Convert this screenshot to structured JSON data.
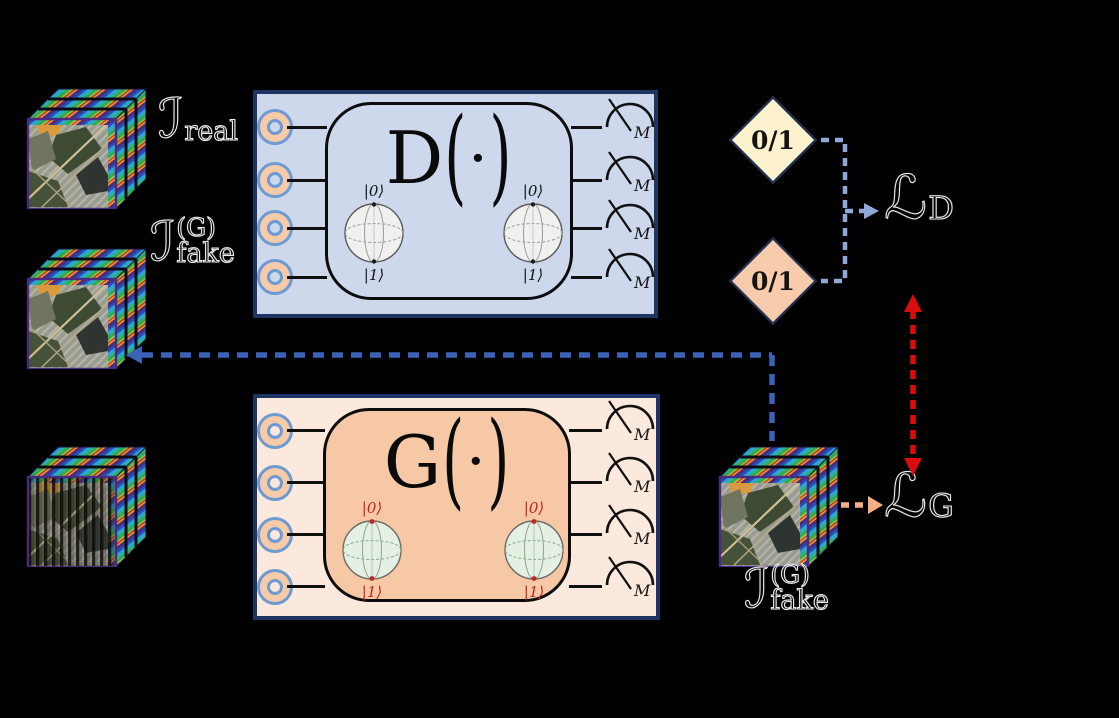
{
  "figure": {
    "type": "quantum GAN architecture diagram",
    "background": "#000000"
  },
  "inputs": {
    "real_label": {
      "symbol": "ℐ",
      "sub": "real"
    },
    "fake_label": {
      "symbol": "ℐ",
      "sup": "(G)",
      "sub": "fake"
    }
  },
  "output": {
    "fake_label": {
      "symbol": "ℐ",
      "sup": "(G)",
      "sub": "fake"
    }
  },
  "discriminator": {
    "gate_name": "D",
    "gate_lparen": "(",
    "gate_dot": "·",
    "gate_rparen": ")",
    "ket_top": "|0⟩",
    "ket_bottom": "|1⟩",
    "meter_label": "M",
    "wire_count": 4,
    "fill": "#cdd8ed",
    "border": "#1e3563"
  },
  "generator": {
    "gate_name": "G",
    "gate_lparen": "(",
    "gate_dot": "·",
    "gate_rparen": ")",
    "ket_top": "|0⟩",
    "ket_bottom": "|1⟩",
    "meter_label": "M",
    "wire_count": 4,
    "outer_fill": "#fbe9dd",
    "inner_fill": "#f6c8a6",
    "border": "#1e3563"
  },
  "decisions": {
    "real_diamond": {
      "label": "0/1",
      "fill": "#fdf2ce",
      "border": "#1c2e55"
    },
    "fake_diamond": {
      "label": "0/1",
      "fill": "#f8cbad",
      "border": "#1c2e55"
    }
  },
  "losses": {
    "discriminator": {
      "symbol": "ℒ",
      "sub": "D"
    },
    "generator": {
      "symbol": "ℒ",
      "sub": "G"
    }
  },
  "arrows": {
    "diamond_to_loss_color": "#8ea9d8",
    "feedback_color": "#3a63b8",
    "adversarial_color": "#d90d0d",
    "fake_to_loss_color": "#f5b183"
  }
}
